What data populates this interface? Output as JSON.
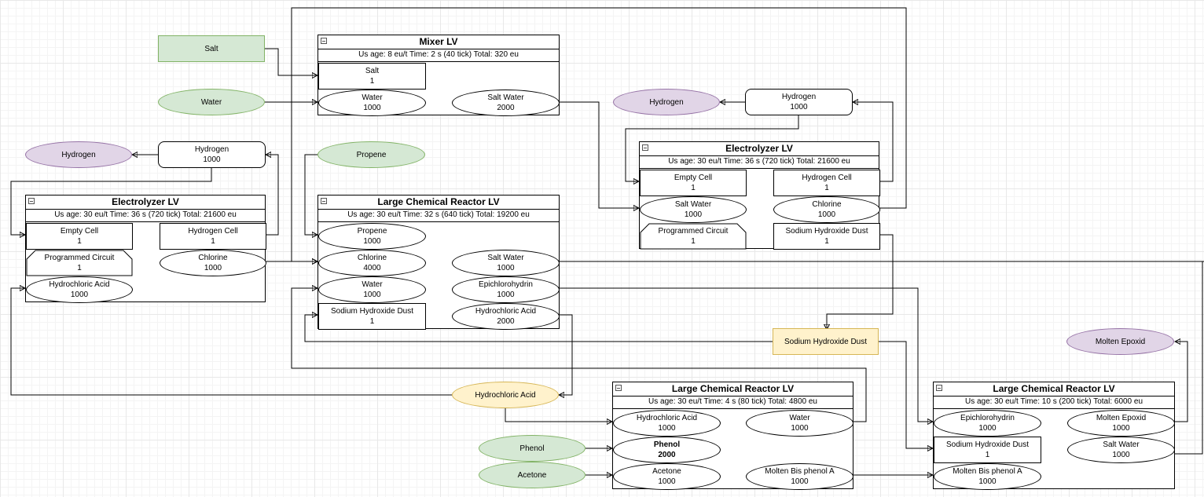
{
  "terminals": {
    "salt": "Salt",
    "water": "Water",
    "hydrogen_top": "Hydrogen",
    "hydrogen_left": "Hydrogen",
    "propene": "Propene",
    "sodium_hydroxide_dust": "Sodium Hydroxide Dust",
    "molten_epoxid": "Molten Epoxid",
    "hydrochloric_acid": "Hydrochloric Acid",
    "phenol": "Phenol",
    "acetone": "Acetone"
  },
  "machines": {
    "mixer": {
      "title": "Mixer LV",
      "usage": "Us age: 8 eu/t Time: 2 s  (40 tick) Total: 320 eu",
      "inputs": [
        {
          "name": "Salt",
          "amount": "1"
        },
        {
          "name": "Water",
          "amount": "1000"
        }
      ],
      "outputs": [
        {
          "name": "Salt Water",
          "amount": "2000"
        }
      ]
    },
    "electrolyzer_left": {
      "title": "Electrolyzer LV",
      "usage": "Us age: 30 eu/t Time: 36 s  (720 tick) Total: 21600 eu",
      "inputs": [
        {
          "name": "Empty Cell",
          "amount": "1"
        },
        {
          "name": "Programmed Circuit",
          "amount": "1"
        },
        {
          "name": "Hydrochloric Acid",
          "amount": "1000"
        }
      ],
      "outputs": [
        {
          "name": "Hydrogen Cell",
          "amount": "1"
        },
        {
          "name": "Chlorine",
          "amount": "1000"
        }
      ],
      "hydrogen_out": {
        "name": "Hydrogen",
        "amount": "1000"
      }
    },
    "electrolyzer_right": {
      "title": "Electrolyzer LV",
      "usage": "Us age: 30 eu/t Time: 36 s  (720 tick) Total: 21600 eu",
      "inputs": [
        {
          "name": "Empty Cell",
          "amount": "1"
        },
        {
          "name": "Salt Water",
          "amount": "1000"
        },
        {
          "name": "Programmed Circuit",
          "amount": "1"
        }
      ],
      "outputs": [
        {
          "name": "Hydrogen Cell",
          "amount": "1"
        },
        {
          "name": "Chlorine",
          "amount": "1000"
        },
        {
          "name": "Sodium Hydroxide Dust",
          "amount": "1"
        }
      ],
      "hydrogen_out": {
        "name": "Hydrogen",
        "amount": "1000"
      }
    },
    "lcr_epichlorohydrin": {
      "title": "Large Chemical Reactor LV",
      "usage": "Us age: 30 eu/t Time: 32 s  (640 tick) Total: 19200 eu",
      "inputs": [
        {
          "name": "Propene",
          "amount": "1000"
        },
        {
          "name": "Chlorine",
          "amount": "4000"
        },
        {
          "name": "Water",
          "amount": "1000"
        },
        {
          "name": "Sodium Hydroxide Dust",
          "amount": "1"
        }
      ],
      "outputs": [
        {
          "name": "Salt Water",
          "amount": "1000"
        },
        {
          "name": "Epichlorohydrin",
          "amount": "1000"
        },
        {
          "name": "Hydrochloric Acid",
          "amount": "2000"
        }
      ]
    },
    "lcr_bisphenol": {
      "title": "Large Chemical Reactor LV",
      "usage": "Us age: 30 eu/t Time: 4 s  (80 tick) Total: 4800 eu",
      "inputs": [
        {
          "name": "Hydrochloric Acid",
          "amount": "1000"
        },
        {
          "name": "Phenol",
          "amount": "2000"
        },
        {
          "name": "Acetone",
          "amount": "1000"
        }
      ],
      "outputs": [
        {
          "name": "Water",
          "amount": "1000"
        },
        {
          "name": "Molten Bis phenol A",
          "amount": "1000"
        }
      ]
    },
    "lcr_epoxid": {
      "title": "Large Chemical Reactor LV",
      "usage": "Us age: 30 eu/t Time: 10 s  (200 tick) Total: 6000 eu",
      "inputs": [
        {
          "name": "Epichlorohydrin",
          "amount": "1000"
        },
        {
          "name": "Sodium Hydroxide Dust",
          "amount": "1"
        },
        {
          "name": "Molten Bis phenol A",
          "amount": "1000"
        }
      ],
      "outputs": [
        {
          "name": "Molten Epoxid",
          "amount": "1000"
        },
        {
          "name": "Salt Water",
          "amount": "1000"
        }
      ]
    }
  },
  "colors": {
    "green_fill": "#d5e8d4",
    "green_stroke": "#82b366",
    "purple_fill": "#e1d5e7",
    "purple_stroke": "#9673a6",
    "yellow_fill": "#fff2cc",
    "yellow_stroke": "#d6b656"
  }
}
